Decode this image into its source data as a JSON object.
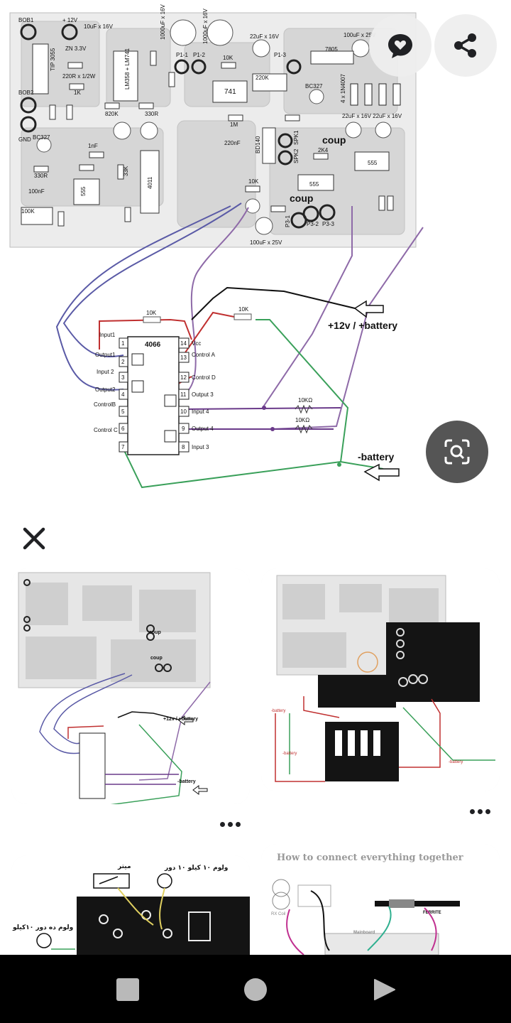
{
  "viewer": {
    "colors": {
      "background": "#ffffff",
      "overlay_button": "#eeeeee",
      "lens_button": "#555555",
      "navbar": "#000000",
      "card": "#f1f1f1"
    },
    "icons": {
      "comment": "speech-bubble-heart-icon",
      "share": "share-icon",
      "lens": "lens-search-icon",
      "close": "close-icon",
      "more": "more-dots-icon"
    }
  },
  "main_diagram": {
    "board_labels": {
      "b1": "BOB1",
      "b2": "BOB2",
      "gnd": "GND",
      "v12": "+ 12V",
      "tip": "TIP 3055",
      "cap10u16": "10uF x 16V",
      "zn": "ZN 3.3V",
      "r220": "220R x 1/2W",
      "r1k": "1K",
      "lm": "LM358 + LM741",
      "cap1000a": "1000uF x 16V",
      "cap1000b": "1000uF x 16V",
      "cap22": "22uF x 16V",
      "p11": "P1-1",
      "p12": "P1-2",
      "p13": "P1-3",
      "k10": "10K",
      "op741": "741",
      "k220": "220K",
      "bc327a": "BC327",
      "t805": "7805",
      "cap100u25": "100uF x 25V",
      "r820": "820K",
      "r330a": "330R",
      "m1": "1M",
      "bc327b": "BC327",
      "r220f": "220nF",
      "nf1": "1nF",
      "bd140": "BD140",
      "spk1": "SPK1",
      "spk2": "SPK2",
      "k24": "2K4",
      "coup1": "coup",
      "coup2": "coup",
      "r330b": "330R",
      "k33": "33K",
      "c4011": "4011",
      "nf100": "100nF",
      "c555a": "555",
      "c555b": "555",
      "c555c": "555",
      "k100": "100K",
      "p31": "P3-1",
      "p32": "P3-2",
      "p33": "P3-3",
      "cap100u25b": "100uF x 25V",
      "k10b": "10K",
      "diodes": "4 x 1N4007",
      "cap22b": "22uF x 16V 22uF x 16V"
    },
    "chip": "4066",
    "pins_left": [
      {
        "num": "1",
        "label": "Input1"
      },
      {
        "num": "2",
        "label": "Output1"
      },
      {
        "num": "3",
        "label": "Input 2"
      },
      {
        "num": "4",
        "label": "Output2"
      },
      {
        "num": "5",
        "label": "ControlB"
      },
      {
        "num": "6",
        "label": "Control C"
      },
      {
        "num": "7",
        "label": ""
      }
    ],
    "pins_right": [
      {
        "num": "14",
        "label": "Vcc"
      },
      {
        "num": "13",
        "label": "Control A"
      },
      {
        "num": "12",
        "label": "Control D"
      },
      {
        "num": "11",
        "label": "Output 3"
      },
      {
        "num": "10",
        "label": "Input 4"
      },
      {
        "num": "9",
        "label": "Output 4"
      },
      {
        "num": "8",
        "label": "Input 3"
      }
    ],
    "res_10k_a": "10K",
    "res_10k_b": "10K",
    "res_10k_c": "10KΩ",
    "res_10k_d": "10KΩ",
    "plus_label": "+12v  / +battery",
    "minus_label": "-battery"
  },
  "results": {
    "card4_heading": "How to connect everything together",
    "card3_meter": "میتر",
    "card3_vol1": "ولوم ۱۰ کیلو ۱۰ دور",
    "card3_vol2": "ولوم ده دور ۱۰کیلو",
    "card4_ferrite": "FERRITE",
    "card4_mainboard": "Mainboard",
    "card4_rx": "RX Coil"
  }
}
